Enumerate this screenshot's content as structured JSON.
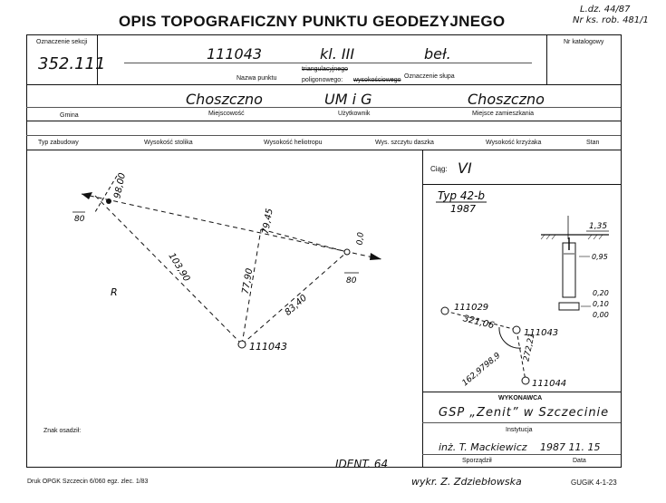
{
  "header": {
    "title": "OPIS TOPOGRAFICZNY PUNKTU GEODEZYJNEGO",
    "ref_line1": "L.dz. 44/87",
    "ref_line2": "Nr ks. rob. 481/1"
  },
  "row1": {
    "section_label": "Oznaczenie sekcji",
    "section_value": "352.111",
    "point_name_label": "Nazwa punktu",
    "point_number": "111043",
    "point_class": "kl. III",
    "point_material": "beł.",
    "struck_text": "triangulacyjnego",
    "network_label": "poligonowego:",
    "struck_text2": "wysokościowego",
    "pillar_label": "Oznaczenie słupa",
    "catalog_label": "Nr katalogowy"
  },
  "row2": {
    "gmina_label": "Gmina",
    "gmina_value": "Choszczno",
    "town_label": "Miejscowość",
    "user_label": "Użytkownik",
    "user_value": "UM i G",
    "residence_label": "Miejsce zamieszkania",
    "residence_value": "Choszczno"
  },
  "row3": {
    "labels": [
      "Typ zabudowy",
      "Wysokość stolika",
      "Wysokość heliotropu",
      "Wys. szczytu daszka",
      "Wysokość krzyżaka",
      "Stan"
    ]
  },
  "sketch": {
    "pt_main": "111043",
    "dist_a": "103,90",
    "dist_b": "77,90",
    "dist_c": "79,45",
    "dist_d": "83,40",
    "dist_top": "98,00",
    "marker_value": "80",
    "marker_right_top": "0,0",
    "marker_right": "80",
    "letter_r": "R",
    "ident": "IDENT. 64",
    "znak_label": "Znak osadził:"
  },
  "right_panel": {
    "ciag_label": "Ciąg:",
    "ciag_value": "VI",
    "type_value": "Typ 42-b",
    "year_value": "1987",
    "dim_top": "1,35",
    "dim_095": "0,95",
    "dim_020": "0,20",
    "dim_010": "0,10",
    "dim_000": "0,00",
    "pt_a": "111029",
    "pt_b": "111043",
    "pt_c": "111044",
    "dist_ab": "321,06",
    "dist_bc": "272,21",
    "angle": "162,9798,9"
  },
  "executor": {
    "wykonawca_label": "WYKONAWCA",
    "company_value": "GSP „Zenit” w Szczecinie",
    "institution_label": "Instytucja",
    "person_value": "inż. T. Mackiewicz",
    "date_value": "1987 11. 15",
    "made_by_label": "Sporządził",
    "date_label": "Data"
  },
  "footer": {
    "print_info": "Druk OPGK Szczecin 6/060 egz. zlec. 1/83",
    "drafter": "wykr. Z. Zdziebłowska",
    "form_code": "GUGiK 4-1-23"
  }
}
